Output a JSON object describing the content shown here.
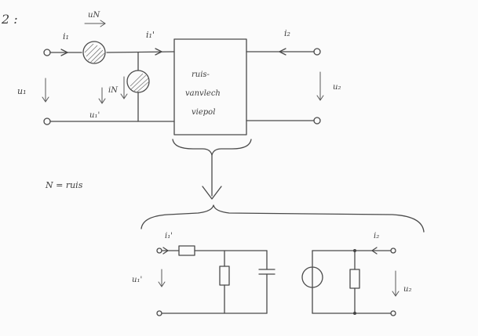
{
  "header": {
    "label": "2 :"
  },
  "top_circuit": {
    "port1_current": "i₁",
    "port1_voltage": "u₁",
    "source_current": "iN",
    "source_voltage": "uN",
    "internal_current": "i₁'",
    "internal_voltage": "u₁'",
    "port2_current": "i₂",
    "port2_voltage": "u₂",
    "box_text": [
      "ruis-",
      "vanvlech",
      "viepol"
    ]
  },
  "note": {
    "text": "N = ruis"
  },
  "bottom_circuit": {
    "port1_current": "i₁'",
    "port1_voltage": "u₁'",
    "port2_current": "i₂",
    "port2_voltage": "u₂"
  }
}
